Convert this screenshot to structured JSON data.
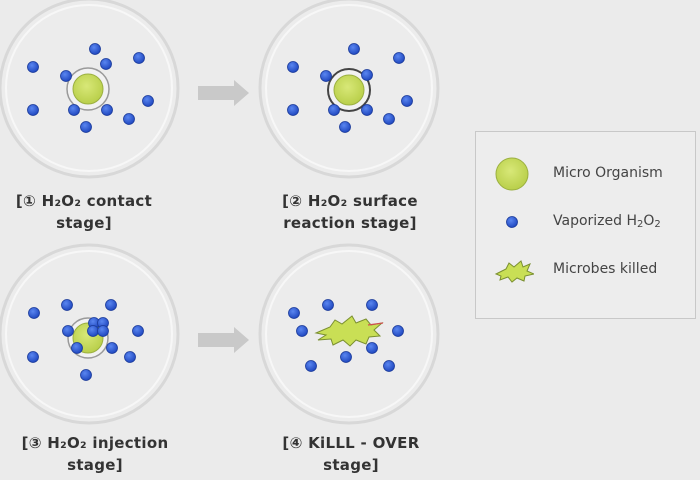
{
  "stages": [
    {
      "caption_line1": "[① H₂O₂ contact",
      "caption_line2": "stage]"
    },
    {
      "caption_line1": "[② H₂O₂ surface",
      "caption_line2": "reaction stage]"
    },
    {
      "caption_line1": "[③ H₂O₂ injection",
      "caption_line2": "stage]"
    },
    {
      "caption_line1": "[④ KiLLL - OVER",
      "caption_line2": "stage]"
    }
  ],
  "legend": {
    "micro_organism": "Micro Organism",
    "vaporized_prefix": "Vaporized H",
    "vaporized_sub1": "2",
    "vaporized_mid": "O",
    "vaporized_sub2": "2",
    "microbes_killed": "Microbes killed"
  },
  "colors": {
    "organism_fill": "#c5d95a",
    "organism_stroke": "#8fa33a",
    "molecule_fill": "#2f5fd8",
    "molecule_stroke": "#1a3a9a",
    "arrow": "#c8c8c8",
    "dish_fill": "#ececec",
    "dish_stroke": "#d6d6d6"
  }
}
